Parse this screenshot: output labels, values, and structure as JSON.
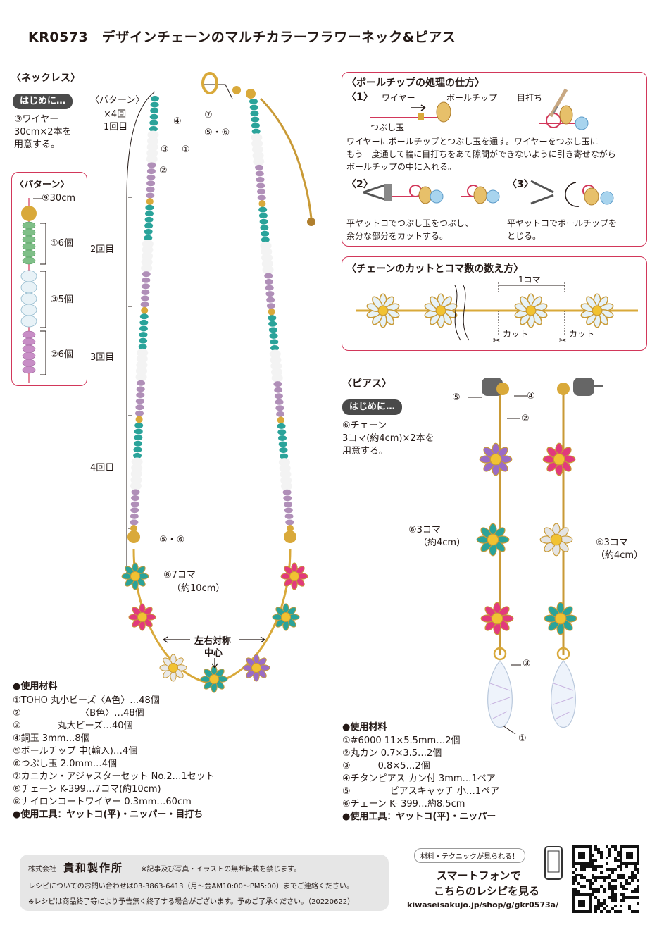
{
  "title": "KR0573　デザインチェーンのマルチカラーフラワーネック&ピアス",
  "necklace": {
    "heading": "〈ネックレス〉",
    "intro_badge": "はじめに…",
    "intro_lines": [
      "③ワイヤー",
      "30cm×2本を",
      "用意する。"
    ],
    "pattern_heading": "〈パターン〉",
    "pattern_len": "⑨30cm",
    "pattern_parts": [
      "①6個",
      "③5個",
      "②6個"
    ],
    "diagram_pattern_label": "〈パターン〉",
    "diagram_times": [
      "×4回",
      "1回目"
    ],
    "round_labels": [
      "2回目",
      "3回目",
      "4回目"
    ],
    "callouts": [
      "④",
      "⑦",
      "⑤・⑥",
      "③",
      "①",
      "②",
      "⑤・⑥"
    ],
    "chain_label": [
      "⑧7コマ",
      "（約10cm）"
    ],
    "symmetry_label": [
      "左右対称",
      "中心"
    ],
    "materials_heading": "●使用材料",
    "materials": [
      "①TOHO 丸小ビーズ〈A色〉…48個",
      "②　　　　　　　〈B色〉…48個",
      "③　　　　丸大ビーズ…40個",
      "④銅玉 3mm…8個",
      "⑤ボールチップ 中(輸入)…4個",
      "⑥つぶし玉 2.0mm…4個",
      "⑦カニカン・アジャスターセット No.2…1セット",
      "⑧チェーン K-399…7コマ(約10cm)",
      "⑨ナイロンコートワイヤー 0.3mm…60cm"
    ],
    "tools": "●使用工具：ヤットコ(平)・ニッパー・目打ち"
  },
  "ballchip": {
    "heading": "〈ボールチップの処理の仕方〉",
    "step1": "〈1〉",
    "labels": [
      "ワイヤー",
      "ボールチップ",
      "つぶし玉",
      "目打ち"
    ],
    "desc": [
      "ワイヤーにボールチップとつぶし玉を通す。ワイヤーをつぶし玉に",
      "もう一度通して輪に目打ちをあて隙間ができないように引き寄せながら",
      "ボールチップの中に入れる。"
    ],
    "step2": "〈2〉",
    "step2_desc": [
      "平ヤットコでつぶし玉をつぶし、",
      "余分な部分をカットする。"
    ],
    "step3": "〈3〉",
    "step3_desc": [
      "平ヤットコでボールチップを",
      "とじる。"
    ]
  },
  "chaincut": {
    "heading": "〈チェーンのカットとコマ数の数え方〉",
    "unit": "1コマ",
    "cut": "カット"
  },
  "earrings": {
    "heading": "〈ピアス〉",
    "intro_badge": "はじめに…",
    "intro_lines": [
      "⑥チェーン",
      "3コマ(約4cm)×2本を",
      "用意する。"
    ],
    "callouts": [
      "⑤",
      "④",
      "②",
      "③",
      "①"
    ],
    "chain_left": [
      "⑥3コマ",
      "（約4cm）"
    ],
    "chain_right": [
      "⑥3コマ",
      "（約4cm）"
    ],
    "materials_heading": "●使用材料",
    "materials": [
      "①#6000 11×5.5mm…2個",
      "②丸カン 0.7×3.5…2個",
      "③　　　0.8×5…2個",
      "④チタンピアス カン付 3mm…1ペア",
      "⑤　　　　 ピアスキャッチ 小…1ペア",
      "⑥チェーン K- 399…約8.5cm"
    ],
    "tools": "●使用工具：ヤットコ(平)・ニッパー"
  },
  "footer": {
    "company": "株式会社",
    "brand": "貴和製作所",
    "copyright": "※記事及び写真・イラストの無断転載を禁じます。",
    "contact": "レシピについてのお問い合わせは03-3863-6413（月〜金AM10:00〜PM5:00）までご連絡ください。",
    "notice": "※レシピは商品終了等により予告無く終了する場合がございます。予めご了承ください。（20220622）",
    "bubble": "材料・テクニックが見られる！",
    "smartphone1": "スマートフォンで",
    "smartphone2": "こちらのレシピを見る",
    "url": "kiwaseisakujo.jp/shop/g/gkr0573a/"
  },
  "colors": {
    "accent": "#d2375a",
    "teal": "#2aa39a",
    "lavender": "#b08fb8",
    "gold": "#d9a93a",
    "pink": "#e23a7c",
    "purple": "#9a6cc6"
  }
}
